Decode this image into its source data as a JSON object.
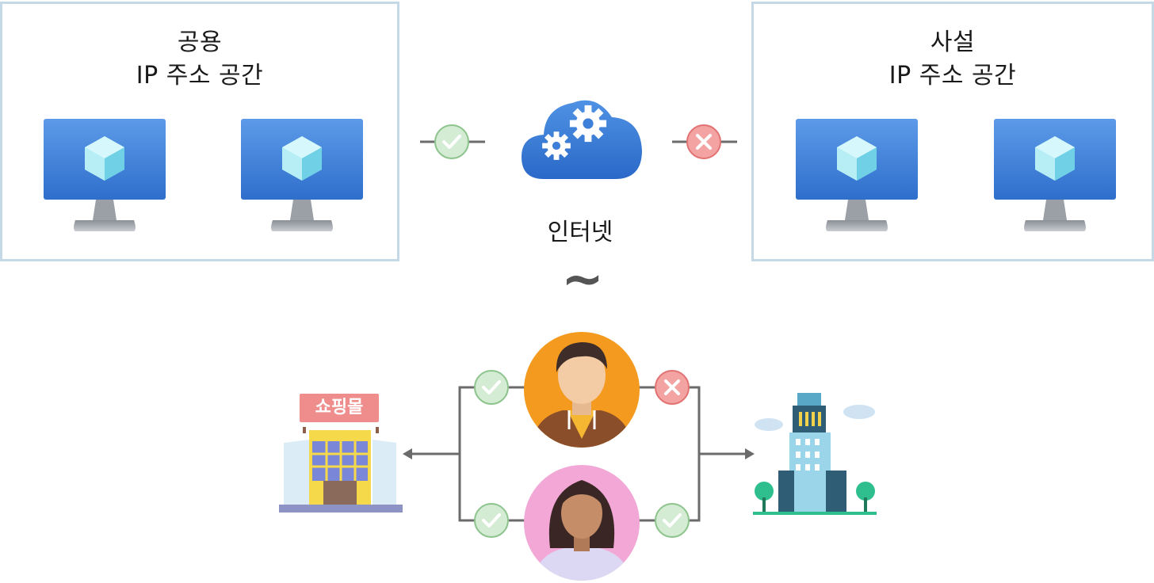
{
  "public_panel": {
    "title_line1": "공용",
    "title_line2": "IP 주소 공간"
  },
  "private_panel": {
    "title_line1": "사설",
    "title_line2": "IP 주소 공간"
  },
  "internet": {
    "label": "인터넷",
    "tilde": "~"
  },
  "shop": {
    "sign": "쇼핑몰"
  },
  "icons": {
    "check": "check-icon",
    "cross": "cross-icon",
    "cloud": "cloud-gears-icon",
    "monitor": "monitor-icon",
    "person_male": "person-icon",
    "person_female": "person-icon",
    "shop": "shopping-mall-icon",
    "office": "office-building-icon"
  },
  "colors": {
    "panel_border": "#c4d8e6",
    "check_bg": "#cfe8cf",
    "check_stroke": "#7fbf7f",
    "cross_bg": "#f29b9b",
    "cross_stroke": "#e06a6a",
    "connector": "#6b6b6b",
    "monitor_blue": "#3d7fd9"
  }
}
